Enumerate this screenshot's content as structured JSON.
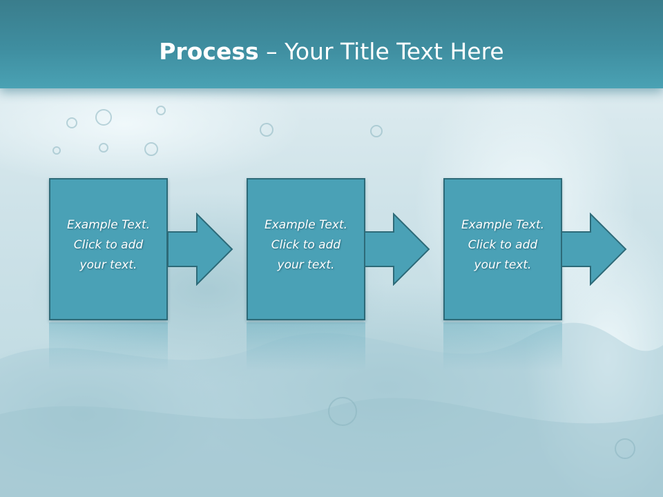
{
  "title": {
    "bold": "Process",
    "rest": " – Your Title Text Here"
  },
  "steps": [
    {
      "text": "Example Text.\nClick  to add\nyour text."
    },
    {
      "text": "Example Text.\nClick  to add\nyour text."
    },
    {
      "text": "Example Text.\nClick  to add\nyour text."
    }
  ],
  "colors": {
    "title_band": "#3f8ea0",
    "box_fill": "#4aa1b6",
    "box_border": "#2d6a78",
    "text": "#ffffff"
  },
  "icons": [
    "arrow-right-icon"
  ]
}
